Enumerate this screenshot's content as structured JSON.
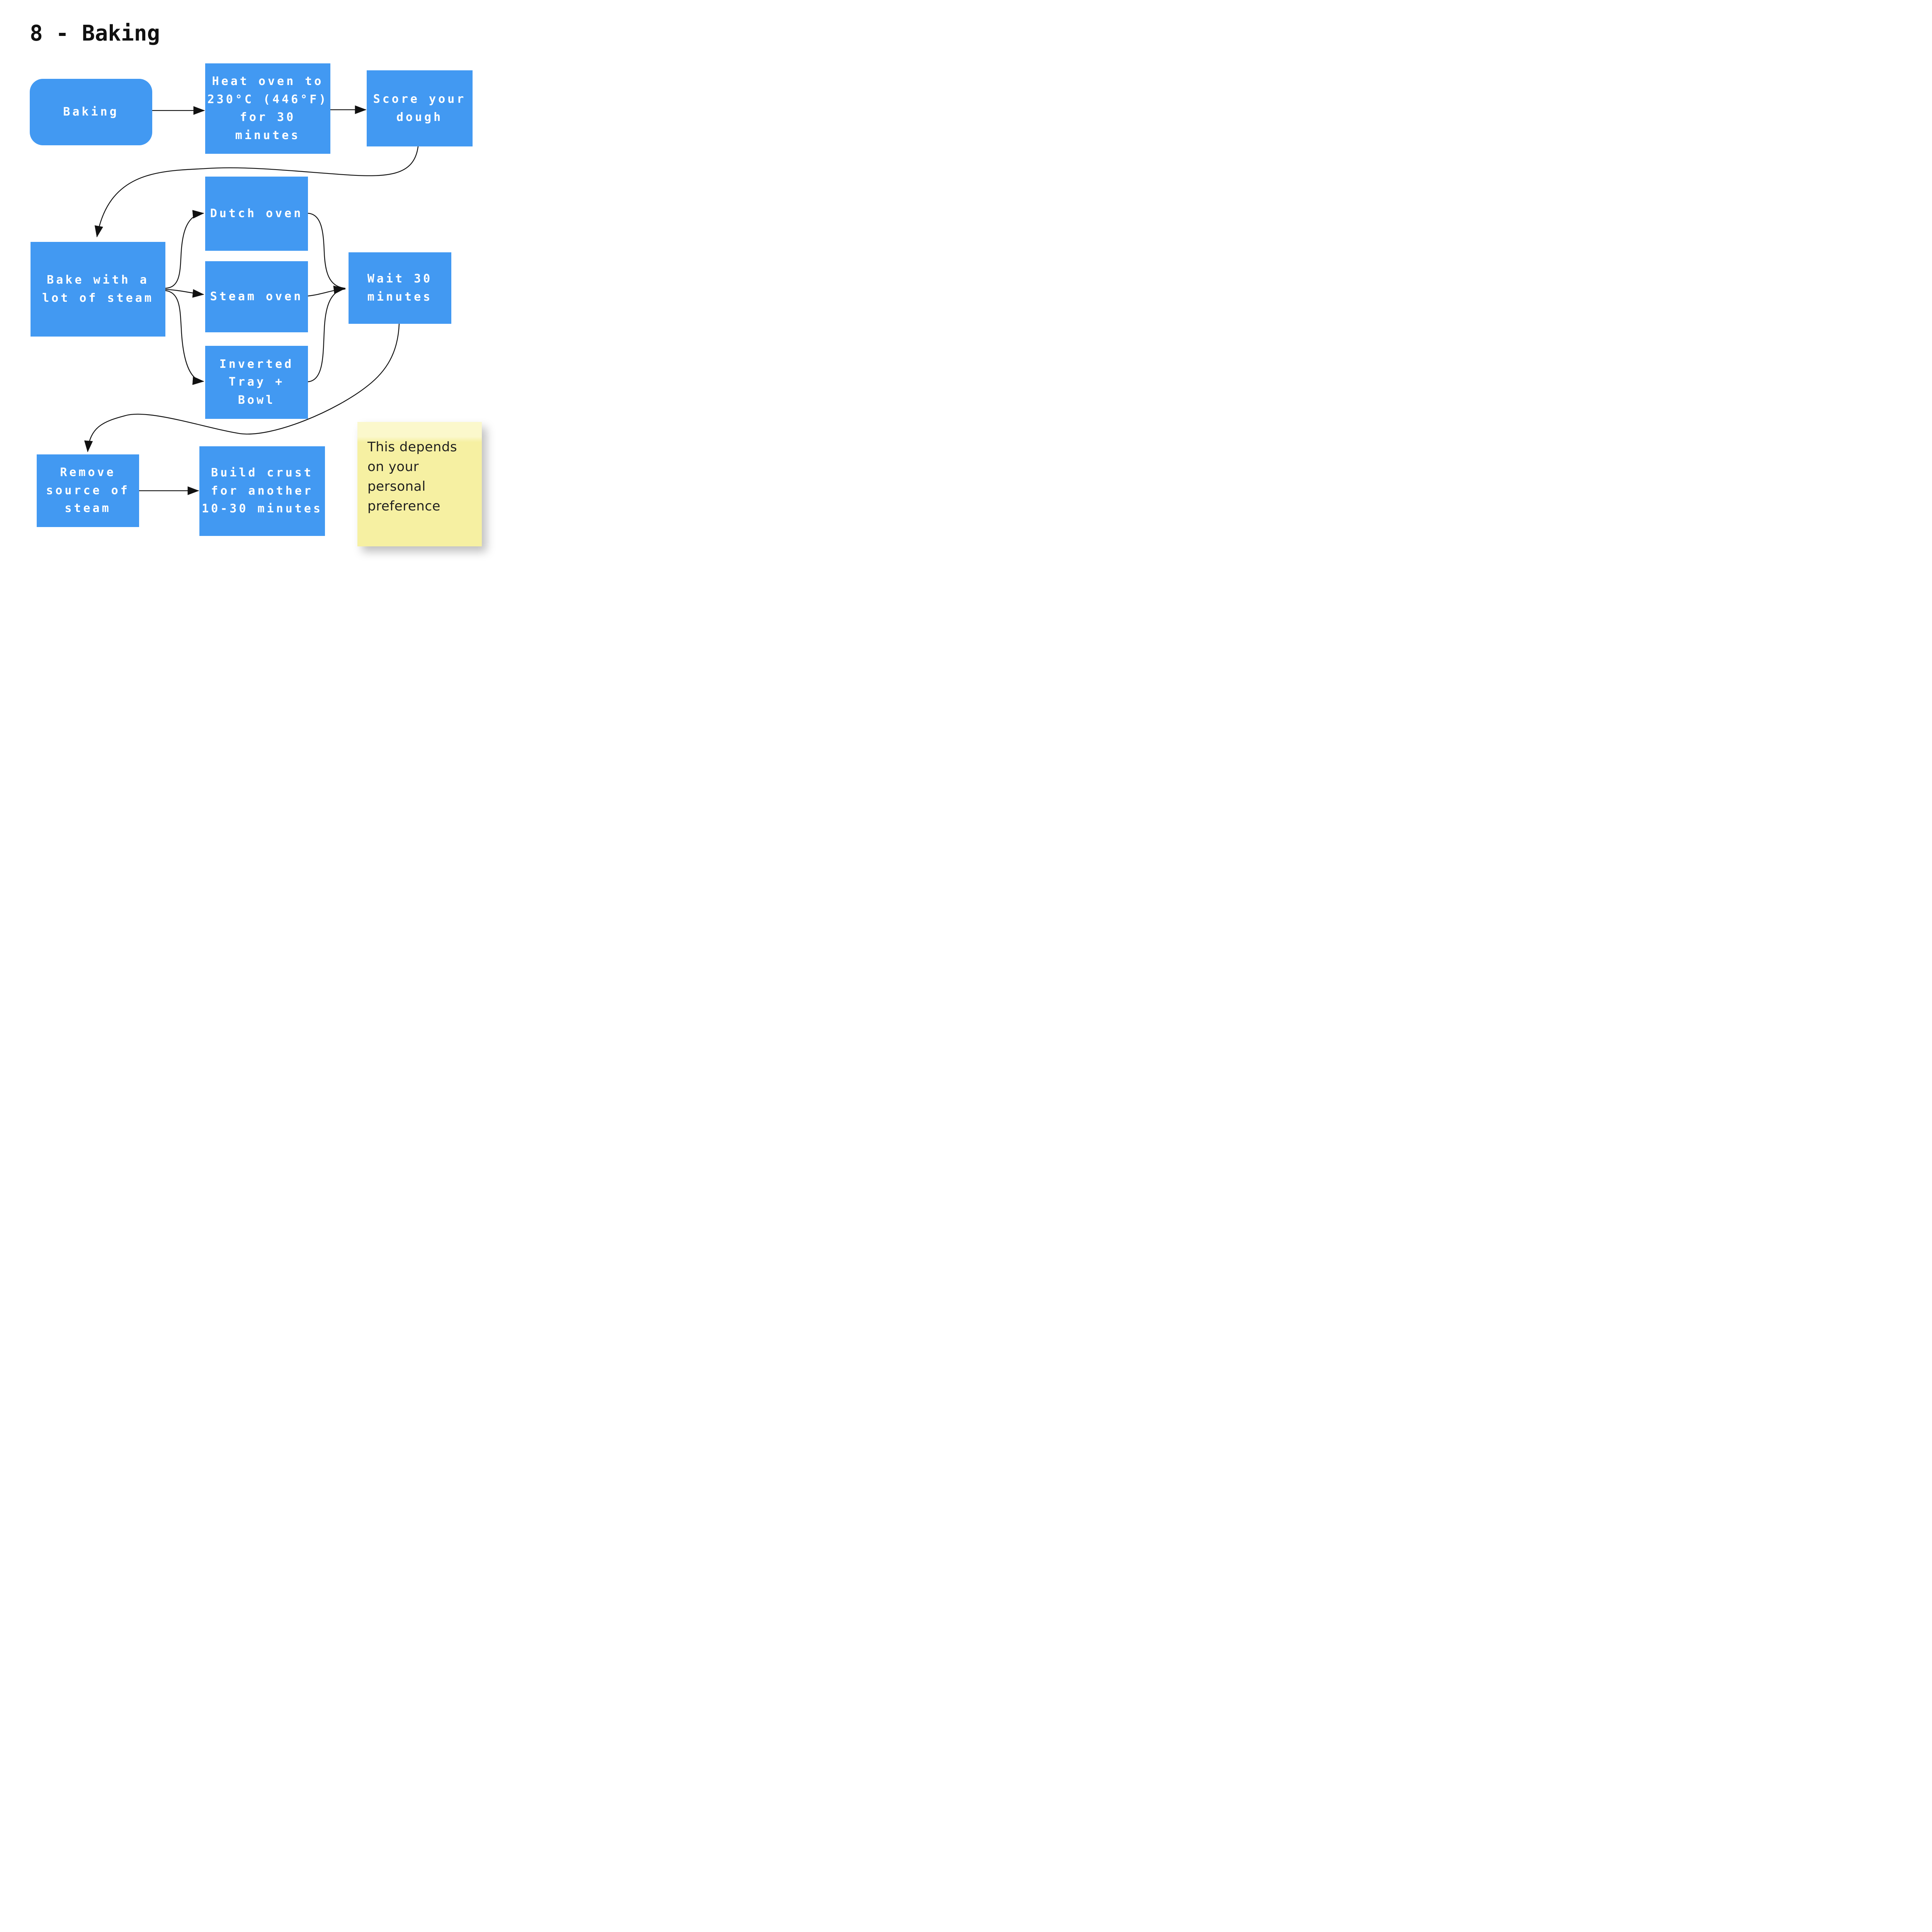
{
  "page": {
    "title": "8 - Baking",
    "background": "#ffffff"
  },
  "colors": {
    "page_bg": "#ffffff",
    "node_fill": "#4299f2",
    "node_text": "#ffffff",
    "arrow": "#111111",
    "title_text": "#111111",
    "note_bg": "#f6f0a2",
    "note_bg_top": "#fbf8cc",
    "note_text": "#1f1f1f"
  },
  "nodes": {
    "baking": {
      "label": "Baking"
    },
    "heat": {
      "label": "Heat oven to\n230°C (446°F)\nfor 30\nminutes"
    },
    "score": {
      "label": "Score your\ndough"
    },
    "dutch": {
      "label": "Dutch oven"
    },
    "bake": {
      "label": "Bake with a\nlot of steam"
    },
    "steam": {
      "label": "Steam oven"
    },
    "wait": {
      "label": "Wait 30\nminutes"
    },
    "inverted": {
      "label": "Inverted\nTray +\nBowl"
    },
    "remove": {
      "label": "Remove\nsource of\nsteam"
    },
    "build": {
      "label": "Build crust\nfor another\n10-30 minutes"
    }
  },
  "note": {
    "text": "This depends\non your\npersonal\npreference"
  }
}
